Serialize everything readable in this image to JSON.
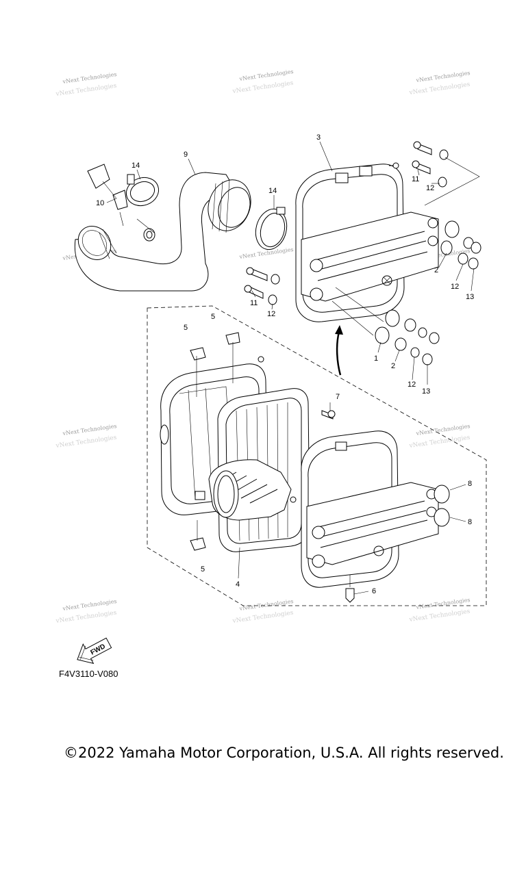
{
  "watermark_text": "vNext Technologies",
  "callouts": [
    "1",
    "2",
    "3",
    "4",
    "5",
    "6",
    "7",
    "8",
    "9",
    "10",
    "11",
    "12",
    "13",
    "14"
  ],
  "fwd_label": "FWD",
  "diagram_code": "F4V3110-V080",
  "copyright": "©2022 Yamaha Motor Corporation, U.S.A. All rights reserved."
}
